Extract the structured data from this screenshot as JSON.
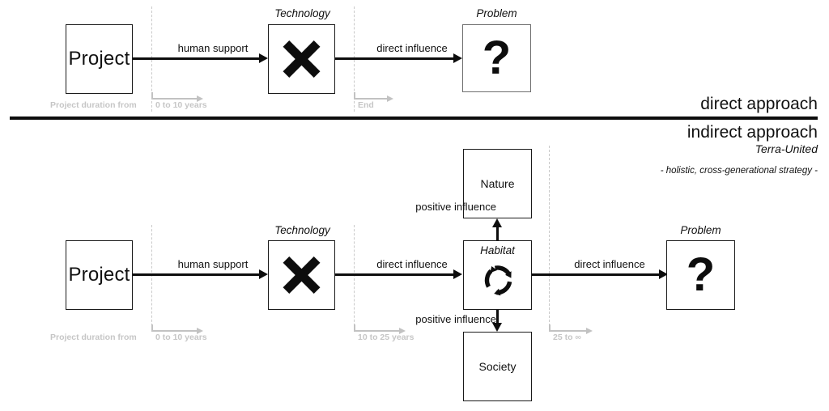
{
  "headings": {
    "direct": "direct approach",
    "indirect": "indirect approach",
    "org": "Terra-United",
    "tagline": "- holistic, cross-generational strategy -"
  },
  "top_diagram": {
    "nodes": [
      {
        "id": "project",
        "label": "Project",
        "caption": "",
        "glyph": ""
      },
      {
        "id": "technology",
        "label": "",
        "caption": "Technology",
        "glyph": "x-mark-icon"
      },
      {
        "id": "problem",
        "label": "",
        "caption": "Problem",
        "glyph": "question-mark-icon"
      }
    ],
    "edges": [
      {
        "from": "project",
        "to": "technology",
        "label": "human support"
      },
      {
        "from": "technology",
        "to": "problem",
        "label": "direct influence"
      }
    ],
    "timeline": {
      "prefix": "Project duration from",
      "segments": [
        {
          "label": "0 to 10 years"
        },
        {
          "label": "End"
        }
      ]
    }
  },
  "bottom_diagram": {
    "nodes": [
      {
        "id": "project",
        "label": "Project",
        "caption": "",
        "glyph": ""
      },
      {
        "id": "technology",
        "label": "",
        "caption": "Technology",
        "glyph": "x-mark-icon"
      },
      {
        "id": "habitat",
        "label": "",
        "caption": "Habitat",
        "glyph": "recycle-cycle-icon"
      },
      {
        "id": "nature",
        "label": "Nature",
        "caption": "",
        "glyph": ""
      },
      {
        "id": "society",
        "label": "Society",
        "caption": "",
        "glyph": ""
      },
      {
        "id": "problem",
        "label": "",
        "caption": "Problem",
        "glyph": "question-mark-icon"
      }
    ],
    "edges": [
      {
        "from": "project",
        "to": "technology",
        "label": "human support"
      },
      {
        "from": "technology",
        "to": "habitat",
        "label": "direct influence"
      },
      {
        "from": "habitat",
        "to": "nature",
        "label": "positive influence"
      },
      {
        "from": "habitat",
        "to": "society",
        "label": "positive influence"
      },
      {
        "from": "habitat",
        "to": "problem",
        "label": "direct influence"
      }
    ],
    "timeline": {
      "prefix": "Project duration from",
      "segments": [
        {
          "label": "0 to 10 years"
        },
        {
          "label": "10 to 25 years"
        },
        {
          "label": "25 to ∞"
        }
      ]
    }
  },
  "colors": {
    "ink": "#0d0d0d",
    "box_border": "#1a1a1a",
    "box_border_muted": "#6e6e6e",
    "timeline_gray": "#c2c2c2",
    "dash_gray": "#c9c9c9",
    "background": "#ffffff"
  }
}
